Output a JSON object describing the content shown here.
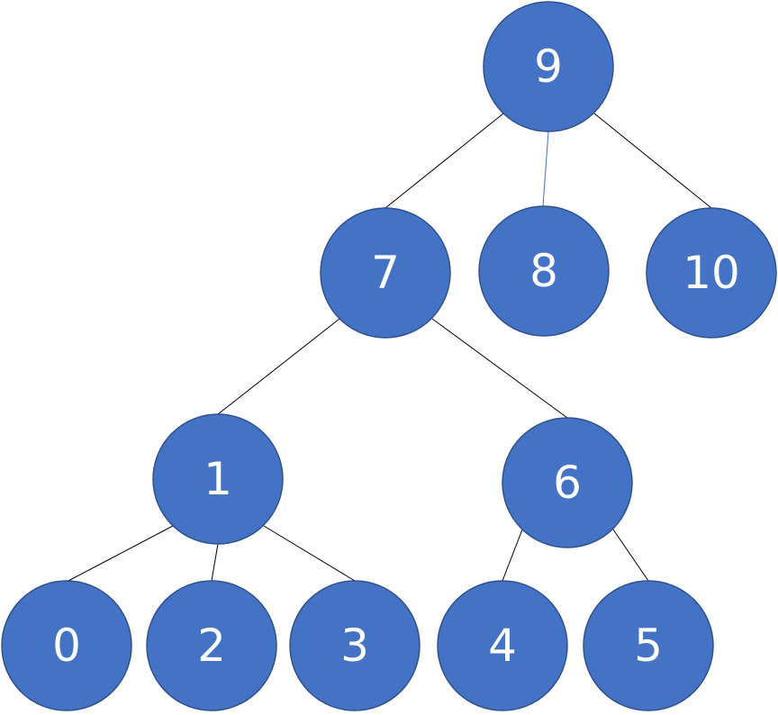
{
  "tree": {
    "nodes": [
      {
        "id": "9",
        "label": "9"
      },
      {
        "id": "7",
        "label": "7"
      },
      {
        "id": "8",
        "label": "8"
      },
      {
        "id": "10",
        "label": "10"
      },
      {
        "id": "1",
        "label": "1"
      },
      {
        "id": "6",
        "label": "6"
      },
      {
        "id": "0",
        "label": "0"
      },
      {
        "id": "2",
        "label": "2"
      },
      {
        "id": "3",
        "label": "3"
      },
      {
        "id": "4",
        "label": "4"
      },
      {
        "id": "5",
        "label": "5"
      }
    ],
    "edges": [
      {
        "from": "9",
        "to": "7"
      },
      {
        "from": "9",
        "to": "8"
      },
      {
        "from": "9",
        "to": "10"
      },
      {
        "from": "7",
        "to": "1"
      },
      {
        "from": "7",
        "to": "6"
      },
      {
        "from": "1",
        "to": "0"
      },
      {
        "from": "1",
        "to": "2"
      },
      {
        "from": "1",
        "to": "3"
      },
      {
        "from": "6",
        "to": "4"
      },
      {
        "from": "6",
        "to": "5"
      }
    ],
    "colors": {
      "node_fill": "#4472c4",
      "node_border": "#2f528f",
      "edge": "#000000",
      "edge_accent": "#4472c4",
      "label": "#ffffff"
    }
  }
}
